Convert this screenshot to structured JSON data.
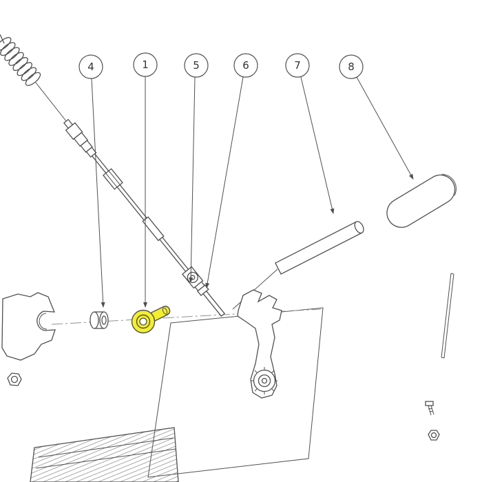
{
  "diagram": {
    "type": "exploded-parts-diagram",
    "background": "#ffffff",
    "line_color": "#4f4f4f",
    "highlight_color": "#f3ef2f",
    "callouts": [
      {
        "label": "4"
      },
      {
        "label": "1"
      },
      {
        "label": "5"
      },
      {
        "label": "6"
      },
      {
        "label": "7"
      },
      {
        "label": "8"
      }
    ]
  }
}
